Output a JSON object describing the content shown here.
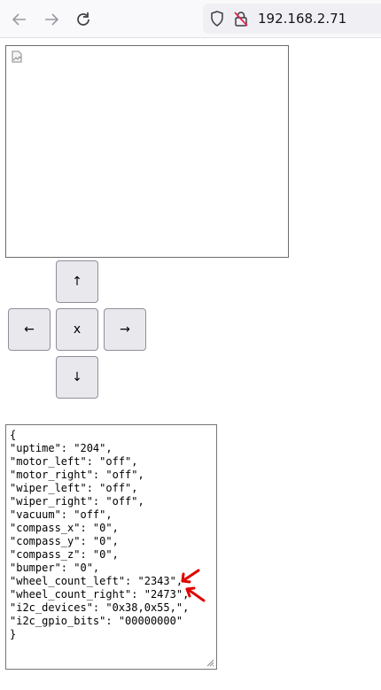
{
  "browser": {
    "url": "192.168.2.71",
    "back_icon": "back-arrow-icon",
    "forward_icon": "forward-arrow-icon",
    "reload_icon": "reload-icon"
  },
  "dpad": {
    "up": "↑",
    "left": "←",
    "stop": "x",
    "right": "→",
    "down": "↓"
  },
  "status_json": "{\n\"uptime\": \"204\",\n\"motor_left\": \"off\",\n\"motor_right\": \"off\",\n\"wiper_left\": \"off\",\n\"wiper_right\": \"off\",\n\"vacuum\": \"off\",\n\"compass_x\": \"0\",\n\"compass_y\": \"0\",\n\"compass_z\": \"0\",\n\"bumper\": \"0\",\n\"wheel_count_left\": \"2343\",\n\"wheel_count_right\": \"2473\",\n\"i2c_devices\": \"0x38,0x55,\",\n\"i2c_gpio_bits\": \"00000000\"\n}",
  "annotation_color": "#e00000"
}
